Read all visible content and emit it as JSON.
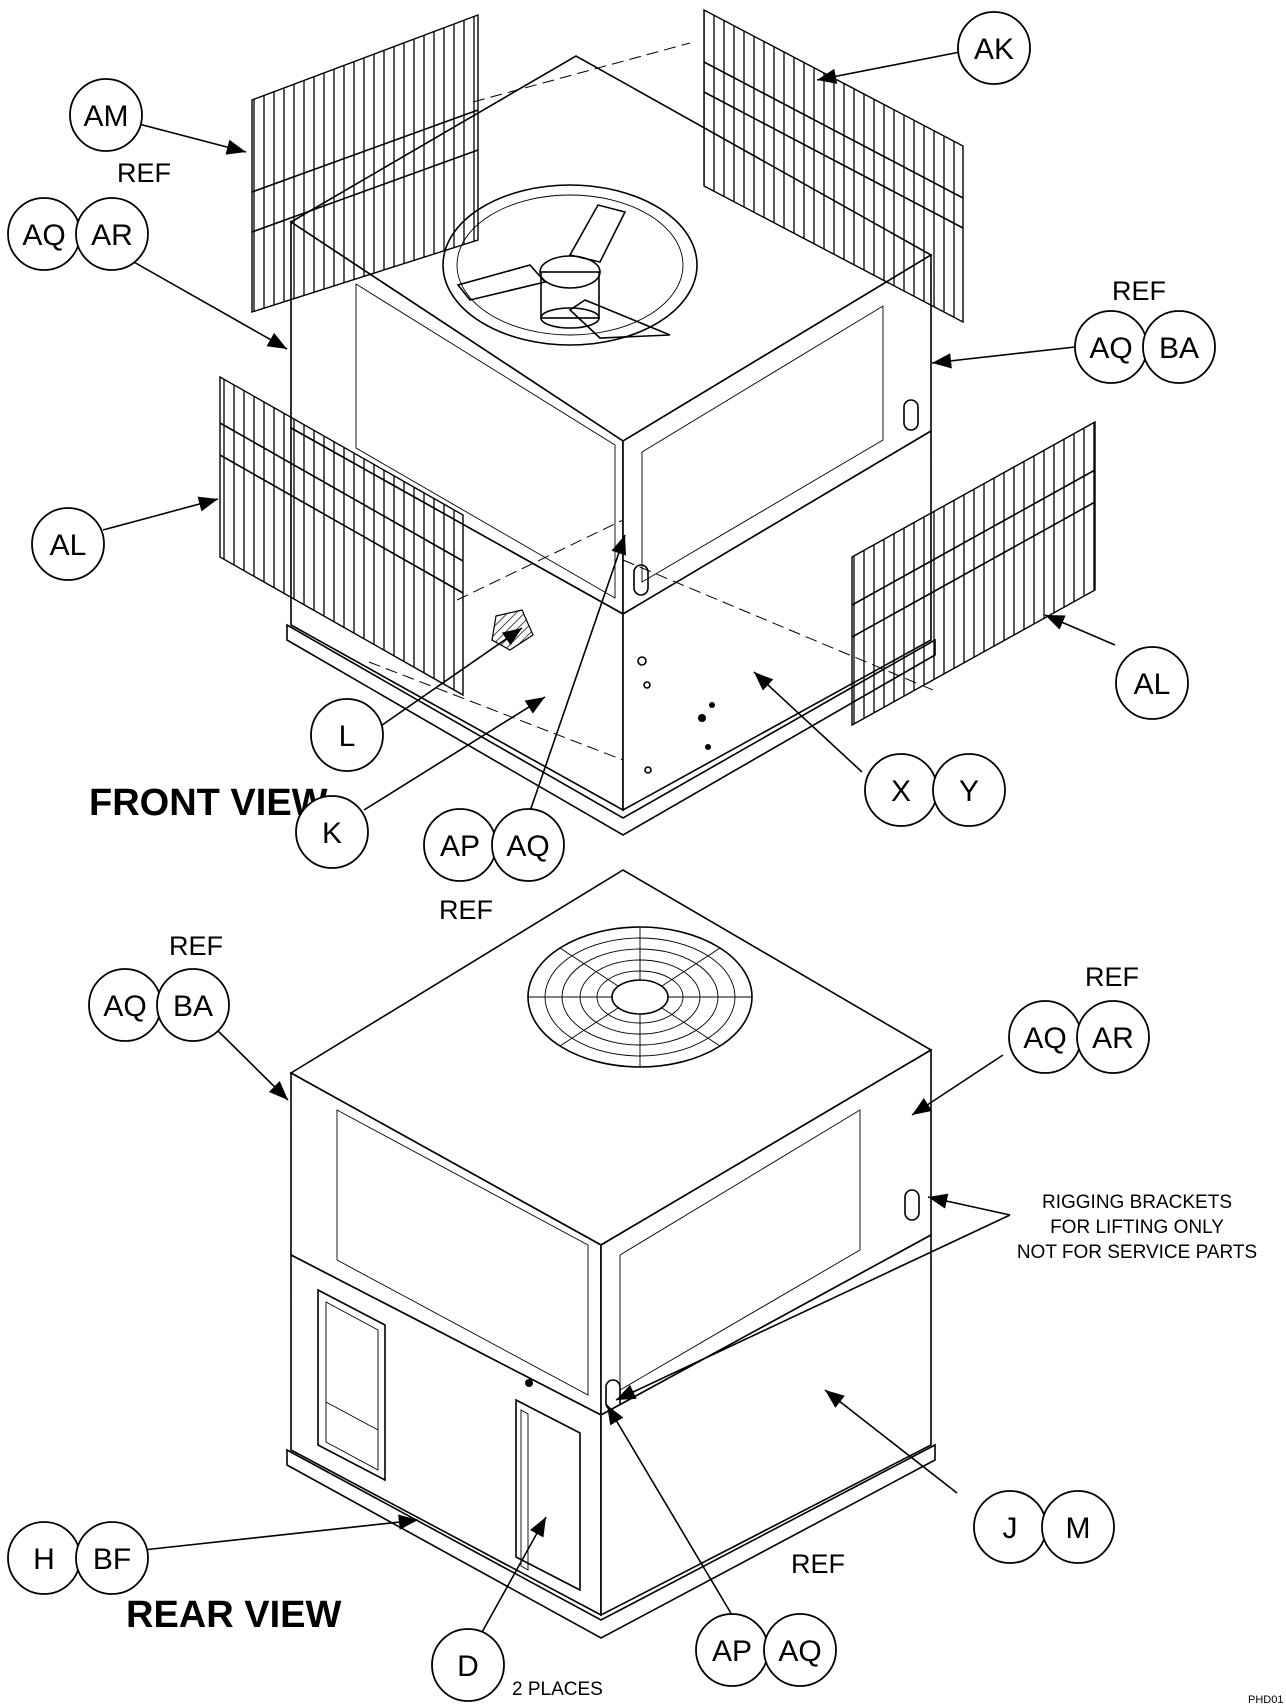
{
  "views": {
    "front_title": "FRONT VIEW",
    "rear_title": "REAR VIEW"
  },
  "callouts": {
    "AM": "AM",
    "AK": "AK",
    "AQ": "AQ",
    "AR": "AR",
    "BA": "BA",
    "AL": "AL",
    "L": "L",
    "K": "K",
    "AP": "AP",
    "X": "X",
    "Y": "Y",
    "H": "H",
    "BF": "BF",
    "D": "D",
    "J": "J",
    "M": "M"
  },
  "ref_label": "REF",
  "rigging_note": {
    "line1": "RIGGING BRACKETS",
    "line2": "FOR LIFTING ONLY",
    "line3": "NOT FOR SERVICE PARTS"
  },
  "two_places": "2 PLACES",
  "drawing_code": "PHD01"
}
